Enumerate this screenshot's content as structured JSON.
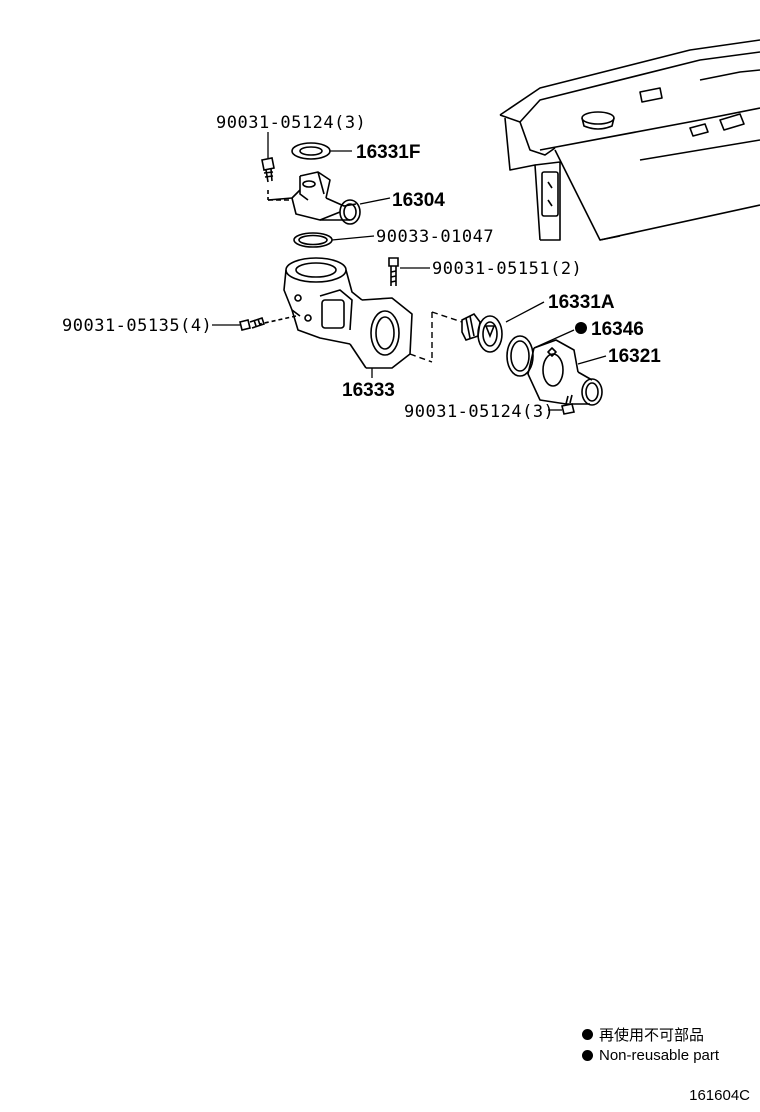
{
  "parts": {
    "bolt_top": "90031-05124(3)",
    "gasket_top": "16331F",
    "water_outlet": "16304",
    "o_ring": "90033-01047",
    "bolt_mid": "90031-05151(2)",
    "bolt_left": "90031-05135(4)",
    "housing": "16333",
    "thermostat": "16331A",
    "thermostat_gasket": "16346",
    "inlet": "16321",
    "bolt_bottom": "90031-05124(3)"
  },
  "legend": {
    "japanese": "再使用不可部品",
    "english": "Non-reusable part"
  },
  "figure_number": "161604C"
}
